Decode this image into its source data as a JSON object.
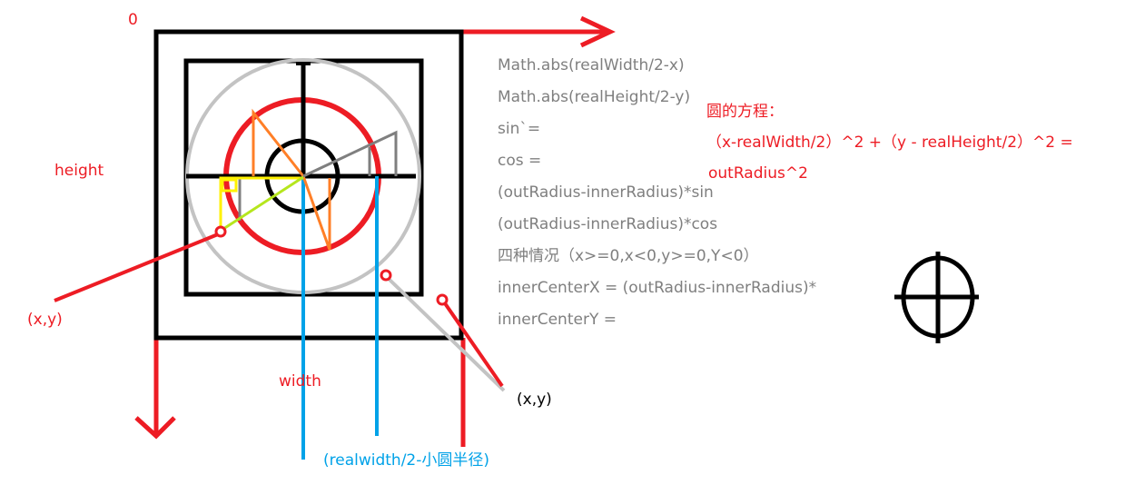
{
  "labels": {
    "origin": "0",
    "height": "height",
    "width": "width",
    "point_left": "(x,y)",
    "point_right": "(x,y)",
    "blue_note": "(realwidth/2-小圆半径)"
  },
  "notes": [
    "Math.abs(realWidth/2-x)",
    "Math.abs(realHeight/2-y)",
    "sin`=",
    "cos =",
    "(outRadius-innerRadius)*sin",
    "(outRadius-innerRadius)*cos",
    "四种情况（x>=0,x<0,y>=0,Y<0）",
    "innerCenterX = (outRadius-innerRadius)*",
    "innerCenterY ="
  ],
  "equation": {
    "title": "圆的方程：",
    "line1": "（x-realWidth/2）^2 +（y - realHeight/2）^2 =",
    "line2": "outRadius^2"
  },
  "colors": {
    "red": "#ed1c24",
    "gray": "#7f7f7f",
    "blue": "#00a2e8",
    "orange": "#ff7f27",
    "yellow": "#fff200",
    "lightgray": "#c3c3c3",
    "green": "#b5e61d"
  }
}
